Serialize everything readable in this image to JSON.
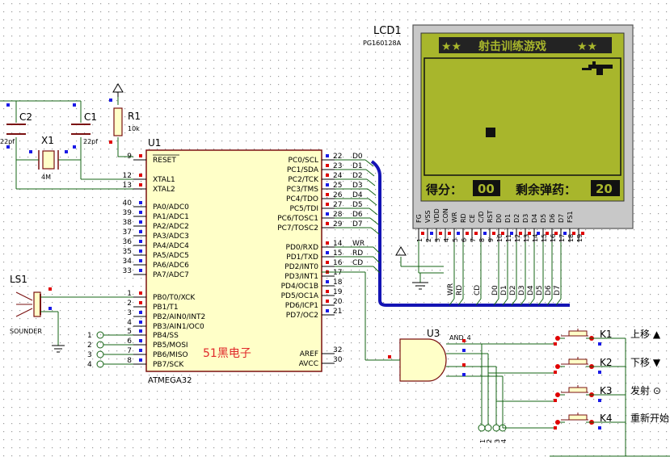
{
  "mcu": {
    "ref": "U1",
    "part": "ATMEGA32",
    "watermark": "51黑电子",
    "left_pins": [
      {
        "num": "9",
        "name": "RESET"
      },
      {
        "num": "12",
        "name": "XTAL1"
      },
      {
        "num": "13",
        "name": "XTAL2"
      },
      {
        "num": "40",
        "name": "PA0/ADC0"
      },
      {
        "num": "39",
        "name": "PA1/ADC1"
      },
      {
        "num": "38",
        "name": "PA2/ADC2"
      },
      {
        "num": "37",
        "name": "PA3/ADC3"
      },
      {
        "num": "36",
        "name": "PA4/ADC4"
      },
      {
        "num": "35",
        "name": "PA5/ADC5"
      },
      {
        "num": "34",
        "name": "PA6/ADC6"
      },
      {
        "num": "33",
        "name": "PA7/ADC7"
      },
      {
        "num": "1",
        "name": "PB0/T0/XCK"
      },
      {
        "num": "2",
        "name": "PB1/T1"
      },
      {
        "num": "3",
        "name": "PB2/AIN0/INT2"
      },
      {
        "num": "4",
        "name": "PB3/AIN1/OC0"
      },
      {
        "num": "5",
        "name": "PB4/SS"
      },
      {
        "num": "6",
        "name": "PB5/MOSI"
      },
      {
        "num": "7",
        "name": "PB6/MISO"
      },
      {
        "num": "8",
        "name": "PB7/SCK"
      }
    ],
    "right_pins": [
      {
        "num": "22",
        "name": "PC0/SCL"
      },
      {
        "num": "23",
        "name": "PC1/SDA"
      },
      {
        "num": "24",
        "name": "PC2/TCK"
      },
      {
        "num": "25",
        "name": "PC3/TMS"
      },
      {
        "num": "26",
        "name": "PC4/TDO"
      },
      {
        "num": "27",
        "name": "PC5/TDI"
      },
      {
        "num": "28",
        "name": "PC6/TOSC1"
      },
      {
        "num": "29",
        "name": "PC7/TOSC2"
      },
      {
        "num": "14",
        "name": "PD0/RXD"
      },
      {
        "num": "15",
        "name": "PD1/TXD"
      },
      {
        "num": "16",
        "name": "PD2/INT0"
      },
      {
        "num": "17",
        "name": "PD3/INT1"
      },
      {
        "num": "18",
        "name": "PD4/OC1B"
      },
      {
        "num": "19",
        "name": "PD5/OC1A"
      },
      {
        "num": "20",
        "name": "PD6/ICP1"
      },
      {
        "num": "21",
        "name": "PD7/OC2"
      },
      {
        "num": "32",
        "name": "AREF"
      },
      {
        "num": "30",
        "name": "AVCC"
      }
    ],
    "net_labels_pc": [
      "D0",
      "D1",
      "D2",
      "D3",
      "D4",
      "D5",
      "D6",
      "D7"
    ],
    "net_labels_pd": [
      "WR",
      "RD",
      "CD"
    ]
  },
  "lcd": {
    "ref": "LCD1",
    "part": "PG160128A",
    "title": "射击训练游戏",
    "score_label": "得分：",
    "score_value": "00",
    "ammo_label": "剩余弹药：",
    "ammo_value": "20",
    "pin_names": [
      "FG",
      "VSS",
      "VDD",
      "CON",
      "WR",
      "RD",
      "CE",
      "C/D",
      "RST",
      "D0",
      "D1",
      "D2",
      "D3",
      "D4",
      "D5",
      "D6",
      "D7",
      "FS1"
    ],
    "pin_numbers": [
      "1",
      "2",
      "3",
      "4",
      "5",
      "6",
      "7",
      "8",
      "9",
      "10",
      "11",
      "12",
      "13",
      "14",
      "15",
      "16",
      "17",
      "18",
      "19"
    ],
    "bus_labels": [
      "WR",
      "RD",
      "CD",
      "D0",
      "D1",
      "D2",
      "D3",
      "D4",
      "D5",
      "D6",
      "D7"
    ]
  },
  "passives": {
    "c2_ref": "C2",
    "c2_val": "22pf",
    "c1_ref": "C1",
    "c1_val": "22pf",
    "x1_ref": "X1",
    "x1_val": "4M",
    "r1_ref": "R1",
    "r1_val": "10k",
    "ls1_ref": "LS1",
    "ls1_part": "SOUNDER"
  },
  "gate": {
    "ref": "U3",
    "part": "AND_4",
    "pin_numbers": [
      "1",
      "2",
      "3",
      "4"
    ]
  },
  "keys": [
    {
      "ref": "K1",
      "label": "上移 ▲"
    },
    {
      "ref": "K2",
      "label": "下移 ▼"
    },
    {
      "ref": "K3",
      "label": "发射 ⊙"
    },
    {
      "ref": "K4",
      "label": "重新开始"
    }
  ],
  "colors": {
    "wire": "#146414",
    "component": "#7a1010",
    "body": "#ffffc8",
    "lcd_screen": "#a8b62c",
    "bus": "#1414b4",
    "pin_red": "#e00000",
    "pin_blue": "#1a1ae6",
    "watermark": "#e0282a"
  }
}
